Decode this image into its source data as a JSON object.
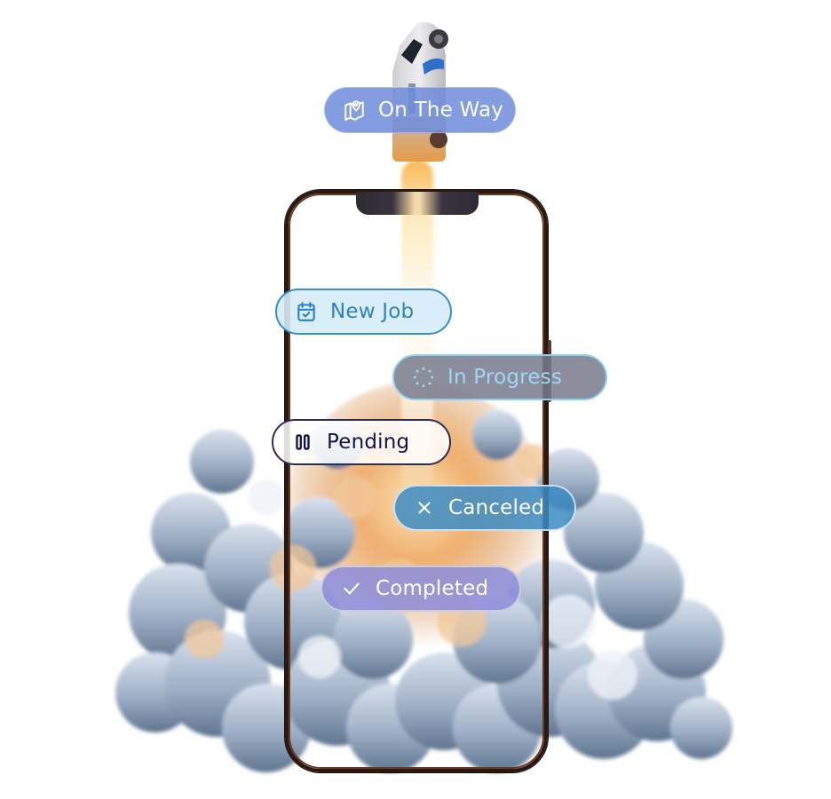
{
  "badges": [
    {
      "id": "on-the-way",
      "label": "On The Way",
      "icon": "map-pin-icon",
      "color": "#6e8cdc"
    },
    {
      "id": "new-job",
      "label": "New Job",
      "icon": "calendar-check-icon",
      "color": "#3a8ccc"
    },
    {
      "id": "in-progress",
      "label": "In Progress",
      "icon": "loading-spinner-icon",
      "color": "#8fd0f2"
    },
    {
      "id": "pending",
      "label": "Pending",
      "icon": "pause-icon",
      "color": "#11154a"
    },
    {
      "id": "canceled",
      "label": "Canceled",
      "icon": "close-icon",
      "color": "#3c8cc4"
    },
    {
      "id": "completed",
      "label": "Completed",
      "icon": "check-icon",
      "color": "#8c8cdc"
    }
  ]
}
